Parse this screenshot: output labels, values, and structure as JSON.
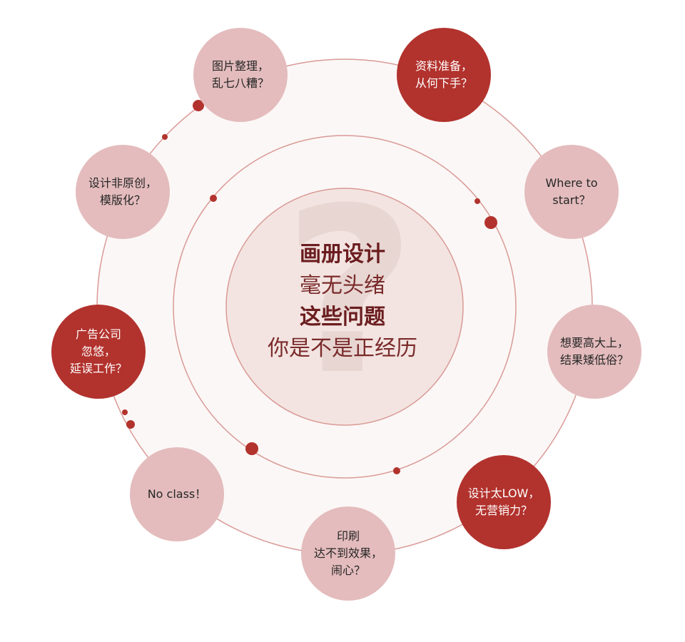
{
  "center": {
    "line1": "画册设计",
    "line2": "毫无头绪",
    "line3": "这些问题",
    "line4": "你是不是正经历",
    "watermark": "?"
  },
  "bubbles": [
    {
      "text": "图片整理，\n乱七八糟？",
      "style": "light"
    },
    {
      "text": "资料准备，\n从何下手？",
      "style": "dark"
    },
    {
      "text": "Where to\nstart？",
      "style": "light"
    },
    {
      "text": "想要高大上，\n结果矮低俗？",
      "style": "light"
    },
    {
      "text": "设计太LOW，\n无营销力？",
      "style": "dark"
    },
    {
      "text": "印刷\n达不到效果，\n闹心？",
      "style": "light"
    },
    {
      "text": "No class！",
      "style": "light"
    },
    {
      "text": "广告公司\n忽悠，\n延误工作？",
      "style": "dark"
    },
    {
      "text": "设计非原创，\n模版化？",
      "style": "light"
    }
  ],
  "colors": {
    "accent": "#b2322d",
    "light_bubble": "#e4bcbd",
    "ring": "#d99a96",
    "outer_fill": "#fbf7f6",
    "inner_fill": "#f3e4e1",
    "heading": "#6b1d1f"
  }
}
